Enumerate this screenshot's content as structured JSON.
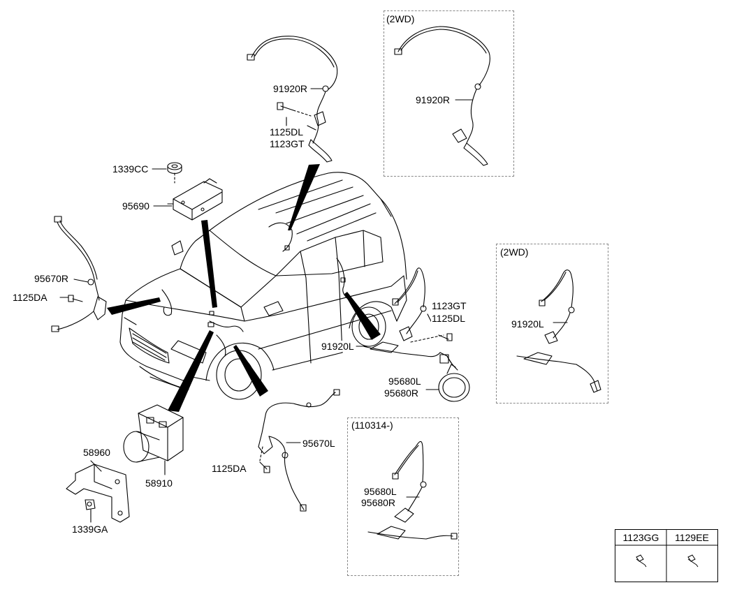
{
  "boxes": {
    "rear_2wd_top": "(2WD)",
    "rear_2wd_mid": "(2WD)",
    "date_box": "(110314-)"
  },
  "labels": {
    "l_91920R_top": "91920R",
    "l_1125DL_top": "1125DL",
    "l_1123GT_top": "1123GT",
    "l_1339CC": "1339CC",
    "l_95690": "95690",
    "l_95670R": "95670R",
    "l_1125DA_left": "1125DA",
    "l_91920R_2wd": "91920R",
    "l_1123GT_right": "1123GT",
    "l_1125DL_right": "1125DL",
    "l_91920L": "91920L",
    "l_95680L": "95680L",
    "l_95680R": "95680R",
    "l_91920L_2wd": "91920L",
    "l_95670L": "95670L",
    "l_1125DA_bottom": "1125DA",
    "l_58960": "58960",
    "l_58910": "58910",
    "l_1339GA": "1339GA",
    "l_95680L_box": "95680L",
    "l_95680R_box": "95680R"
  },
  "legend": {
    "col1": "1123GG",
    "col2": "1129EE"
  }
}
